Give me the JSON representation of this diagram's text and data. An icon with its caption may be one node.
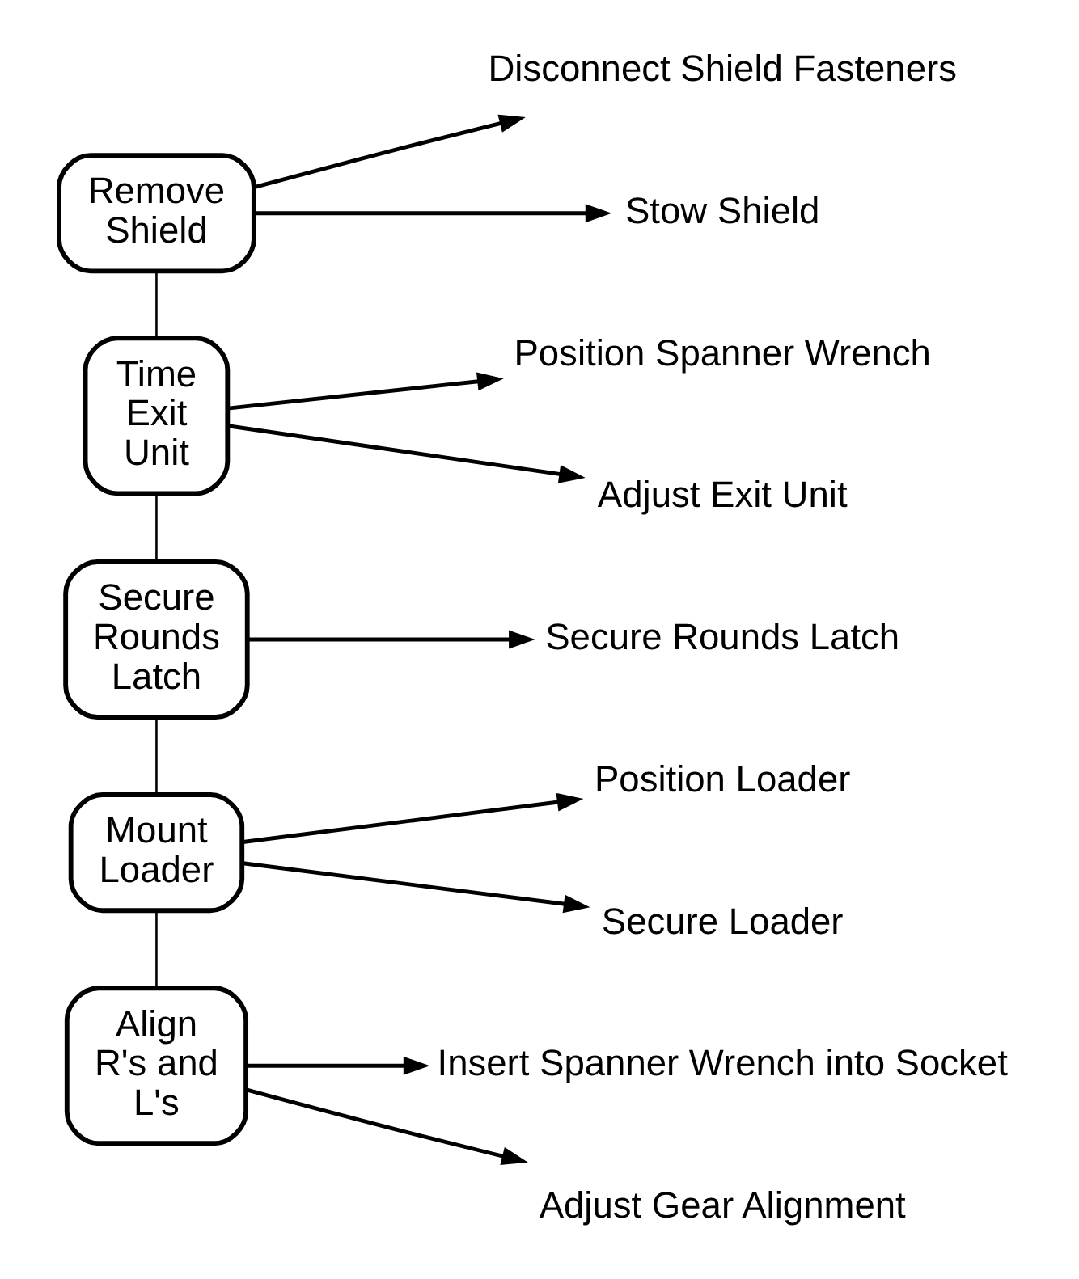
{
  "diagram": {
    "nodes": [
      {
        "text": [
          "Remove Shield"
        ]
      },
      {
        "text": [
          "Disconnect Shield Fasteners"
        ]
      },
      {
        "text": [
          "Stow Shield"
        ]
      },
      {
        "text": [
          "Time Exit Unit"
        ]
      },
      {
        "text": [
          "Position Spanner Wrench"
        ]
      },
      {
        "text": [
          "Adjust Exit Unit"
        ]
      },
      {
        "text": [
          "Secure Rounds Latch"
        ]
      },
      {
        "text": [
          "Secure Rounds Latch"
        ]
      },
      {
        "text": [
          "Mount Loader"
        ]
      },
      {
        "text": [
          "Position Loader"
        ]
      },
      {
        "text": [
          "Secure Loader"
        ]
      },
      {
        "text": [
          "Align R's and L's"
        ]
      },
      {
        "text": [
          "Insert Spanner Wrench into Socket"
        ]
      },
      {
        "text": [
          "Adjust Gear Alignment"
        ]
      }
    ],
    "edges": [
      {
        "from": 0,
        "to": 1,
        "arrow": "to"
      },
      {
        "from": 0,
        "to": 2,
        "arrow": "to"
      },
      {
        "from": 0,
        "to": 3,
        "arrow": "none"
      },
      {
        "from": 3,
        "to": 4,
        "arrow": "to"
      },
      {
        "from": 3,
        "to": 5,
        "arrow": "to"
      },
      {
        "from": 3,
        "to": 6,
        "arrow": "none"
      },
      {
        "from": 6,
        "to": 7,
        "arrow": "to"
      },
      {
        "from": 6,
        "to": 8,
        "arrow": "none"
      },
      {
        "from": 8,
        "to": 9,
        "arrow": "to"
      },
      {
        "from": 8,
        "to": 10,
        "arrow": "to"
      },
      {
        "from": 8,
        "to": 11,
        "arrow": "none"
      },
      {
        "from": 11,
        "to": 12,
        "arrow": "to"
      },
      {
        "from": 11,
        "to": 13,
        "arrow": "to"
      }
    ]
  }
}
